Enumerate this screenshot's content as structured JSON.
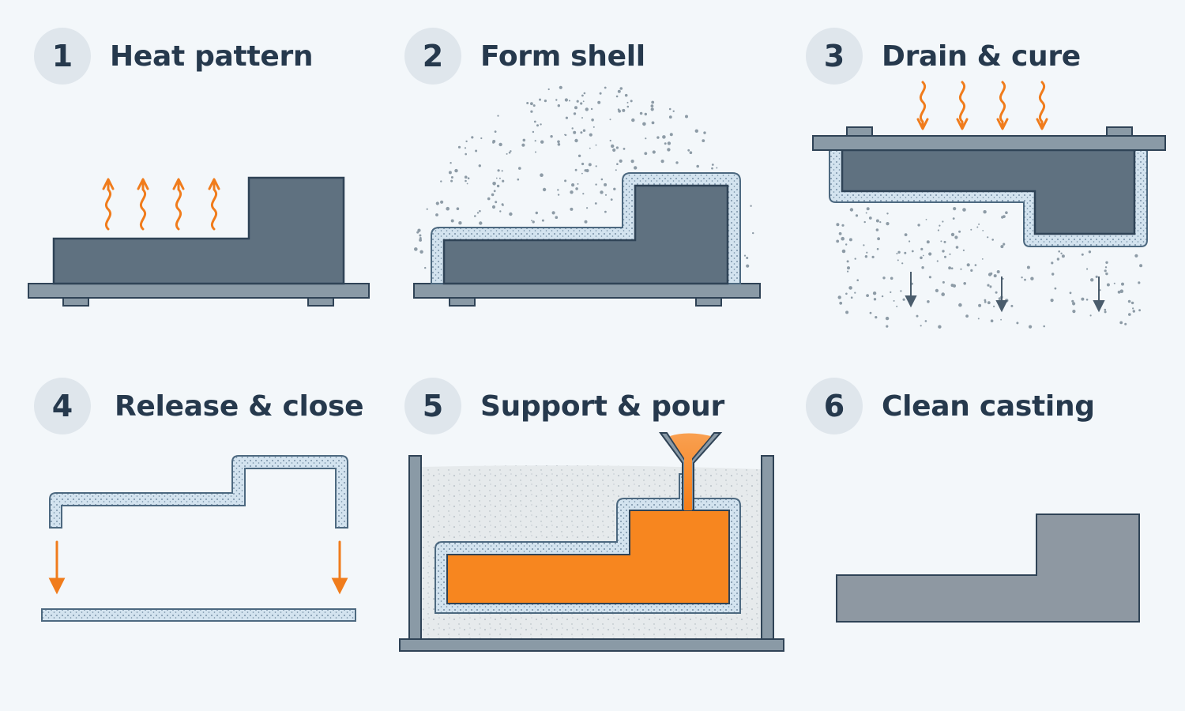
{
  "steps": [
    {
      "number": "1",
      "title": "Heat pattern"
    },
    {
      "number": "2",
      "title": "Form shell"
    },
    {
      "number": "3",
      "title": "Drain & cure"
    },
    {
      "number": "4",
      "title": "Release & close"
    },
    {
      "number": "5",
      "title": "Support & pour"
    },
    {
      "number": "6",
      "title": "Clean casting"
    }
  ],
  "colors": {
    "background": "#f3f7fa",
    "pattern": "#5f7180",
    "plate": "#8a9aa6",
    "outline": "#2f4356",
    "shell": "#d3e3ef",
    "shell_edge": "#4d6980",
    "heat_arrow": "#f07c1c",
    "molten_metal": "#f7861f",
    "sand": "#e6eaec",
    "casting": "#8e98a2",
    "badge": "#dfe6ec",
    "text": "#26394d"
  },
  "icons": [
    "wavy-up-arrow-icon",
    "wavy-down-arrow-icon",
    "down-arrow-icon"
  ]
}
